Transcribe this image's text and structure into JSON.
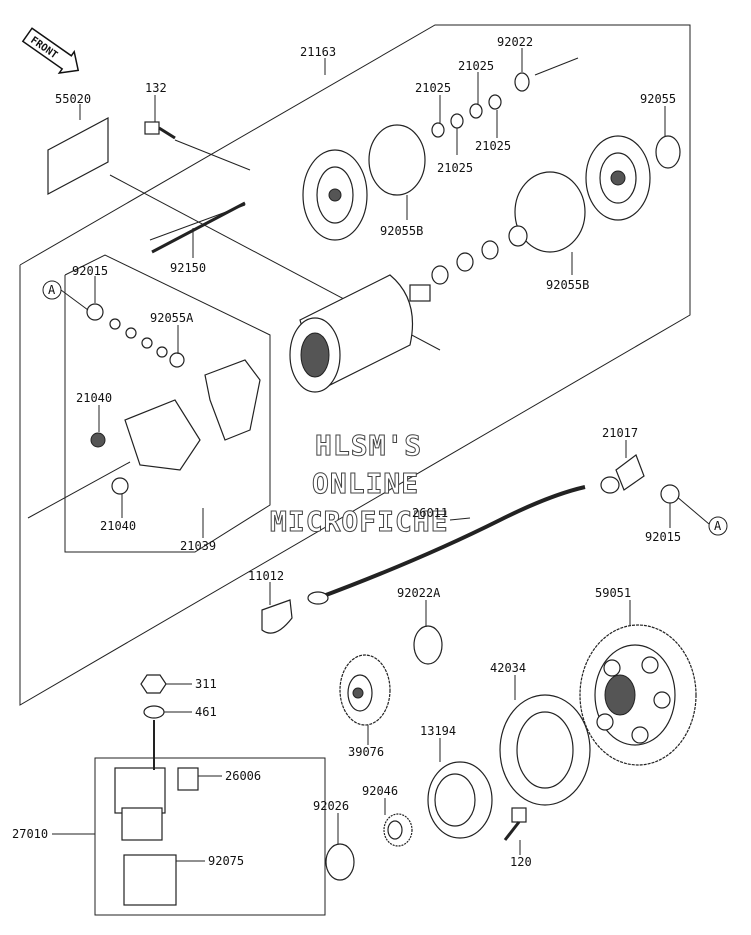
{
  "front_label": "FRONT",
  "watermark": [
    "HLSM'S",
    "ONLINE",
    "MICROFICHE"
  ],
  "callout_a": "A",
  "parts": {
    "p21163": "21163",
    "p92022": "92022",
    "p55020": "55020",
    "p132": "132",
    "p21025a": "21025",
    "p21025b": "21025",
    "p21025c": "21025",
    "p21025d": "21025",
    "p92055": "92055",
    "p92055b1": "92055B",
    "p92055b2": "92055B",
    "p92150": "92150",
    "p92015a": "92015",
    "p92055a": "92055A",
    "p21040a": "21040",
    "p21040b": "21040",
    "p21039": "21039",
    "p21017": "21017",
    "p92015b": "92015",
    "p26011": "26011",
    "p11012": "11012",
    "p92022a": "92022A",
    "p59051": "59051",
    "p42034": "42034",
    "p311": "311",
    "p461": "461",
    "p39076": "39076",
    "p13194": "13194",
    "p26006": "26006",
    "p92026": "92026",
    "p92046": "92046",
    "p27010": "27010",
    "p120": "120",
    "p92075": "92075"
  }
}
